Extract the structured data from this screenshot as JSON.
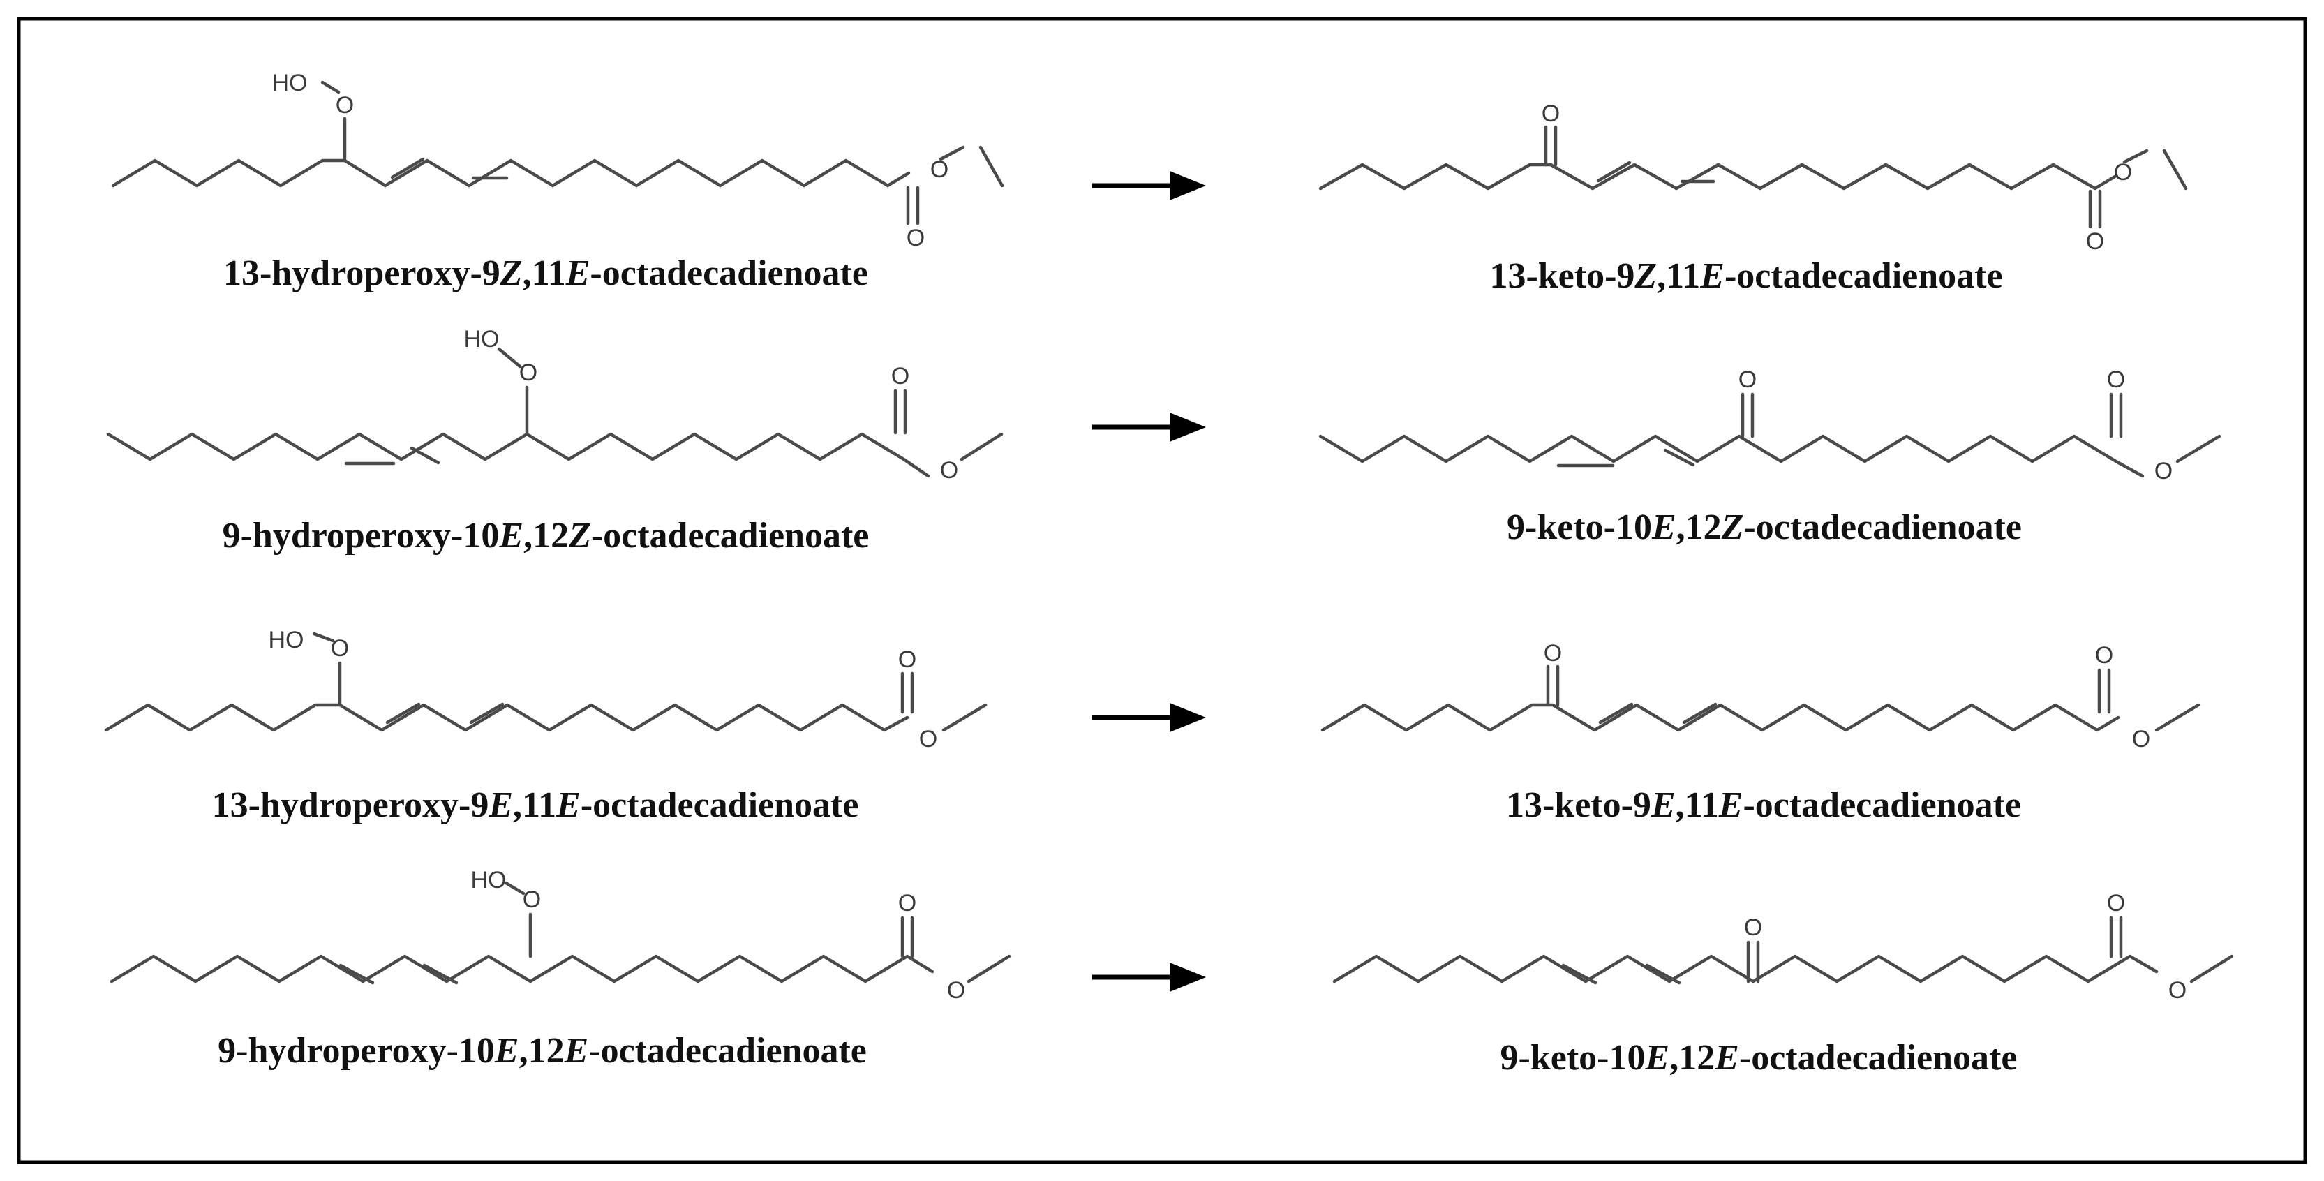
{
  "colors": {
    "bond": "#4a4a4a",
    "text": "#111111",
    "arrow": "#000000",
    "frame": "#000000"
  },
  "rows": [
    {
      "reactant": {
        "name": [
          "13-hydroperoxy-9",
          "Z",
          ",11",
          "E",
          "-octadecadienoate"
        ],
        "ester_label": "O",
        "carbonyl_label": "O",
        "hydroperoxy": {
          "oxygen_label": "O",
          "hydroxyl_label": "HO"
        }
      },
      "product": {
        "name": [
          "13-keto-9",
          "Z",
          ",11",
          "E",
          "-octadecadienoate"
        ],
        "ketone_label": "O",
        "ester_label": "O",
        "carbonyl_label": "O"
      }
    },
    {
      "reactant": {
        "name": [
          "9-hydroperoxy-10",
          "E",
          ",12",
          "Z",
          "-octadecadienoate"
        ],
        "ester_label": "O",
        "carbonyl_label": "O",
        "hydroperoxy": {
          "oxygen_label": "O",
          "hydroxyl_label": "HO"
        }
      },
      "product": {
        "name": [
          "9-keto-10",
          "E",
          ",12",
          "Z",
          "-octadecadienoate"
        ],
        "ketone_label": "O",
        "ester_label": "O",
        "carbonyl_label": "O"
      }
    },
    {
      "reactant": {
        "name": [
          "13-hydroperoxy-9",
          "E",
          ",11",
          "E",
          "-octadecadienoate"
        ],
        "ester_label": "O",
        "carbonyl_label": "O",
        "hydroperoxy": {
          "oxygen_label": "O",
          "hydroxyl_label": "HO"
        }
      },
      "product": {
        "name": [
          "13-keto-9",
          "E",
          ",11",
          "E",
          "-octadecadienoate"
        ],
        "ketone_label": "O",
        "ester_label": "O",
        "carbonyl_label": "O"
      }
    },
    {
      "reactant": {
        "name": [
          "9-hydroperoxy-10",
          "E",
          ",12",
          "E",
          "-octadecadienoate"
        ],
        "ester_label": "O",
        "carbonyl_label": "O",
        "hydroperoxy": {
          "oxygen_label": "O",
          "hydroxyl_label": "HO"
        }
      },
      "product": {
        "name": [
          "9-keto-10",
          "E",
          ",12",
          "E",
          "-octadecadienoate"
        ],
        "ketone_label": "O",
        "ester_label": "O",
        "carbonyl_label": "O"
      }
    }
  ]
}
